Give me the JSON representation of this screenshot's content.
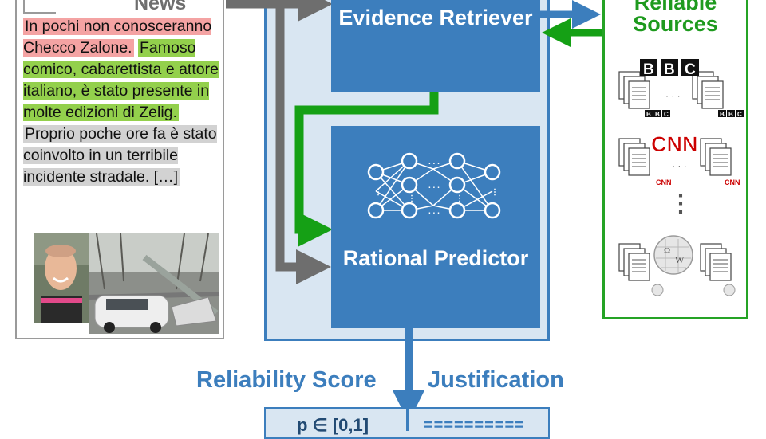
{
  "news": {
    "title": "News",
    "sentences": [
      {
        "text": "In pochi non conosceranno Checco Zalone.",
        "highlight": "red"
      },
      {
        "text": "Famoso comico, cabarettista e attore italiano, è stato presente in molte edizioni di Zelig.",
        "highlight": "green"
      },
      {
        "text": "Proprio poche ore fa è stato coinvolto in un terribile incidente stradale. […]",
        "highlight": "grey"
      }
    ],
    "photo_icons": [
      "portrait-photo-icon",
      "car-crash-photo-icon"
    ]
  },
  "system": {
    "retriever_label": "Evidence Retriever",
    "predictor_label": "Rational Predictor",
    "predictor_icon": "neural-network-icon"
  },
  "sources": {
    "title": "Reliable Sources",
    "groups": [
      {
        "logo": "BBC",
        "small_label": "BBC",
        "icon": "bbc-logo-icon"
      },
      {
        "logo": "CNN",
        "small_label": "CNN",
        "icon": "cnn-logo-icon"
      },
      {
        "logo": "",
        "small_label": "",
        "icon": "wikipedia-globe-icon"
      }
    ],
    "dots": "⋮",
    "doc_dots": "· · ·"
  },
  "outputs": {
    "reliability_label": "Reliability Score",
    "justification_label": "Justification",
    "score_value": "p ∈ [0,1]",
    "justification_value": "=========="
  },
  "colors": {
    "system_blue": "#3c7ebd",
    "system_bg": "#d9e6f2",
    "source_green": "#25a325",
    "arrow_grey": "#6e6e6e",
    "highlight_red": "#f4a3a3",
    "highlight_green": "#93d04c",
    "highlight_grey": "#d2d2d2"
  }
}
